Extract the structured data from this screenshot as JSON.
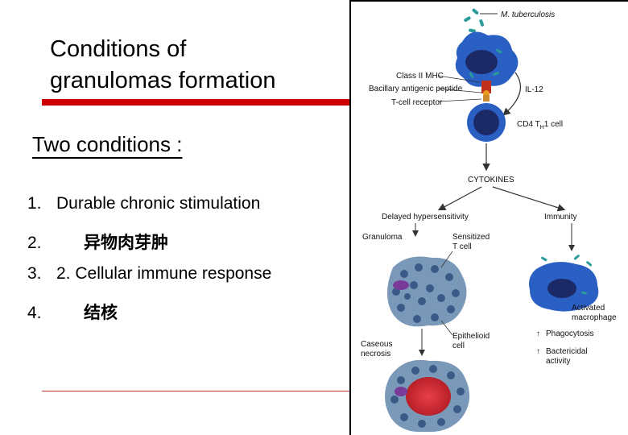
{
  "slide": {
    "title_line1": "Conditions of",
    "title_line2": "granulomas formation",
    "subtitle": "Two conditions :",
    "items": [
      {
        "num": "1.",
        "text": "Durable chronic stimulation"
      },
      {
        "num": "2.",
        "text": "异物肉芽肿"
      },
      {
        "num": "3.",
        "text": "2.  Cellular immune response"
      },
      {
        "num": "4.",
        "text": "结核"
      }
    ]
  },
  "figure": {
    "labels": {
      "m_tb": "M. tuberculosis",
      "class2": "Class II MHC",
      "peptide": "Bacillary antigenic peptide",
      "tcr": "T-cell receptor",
      "il12": "IL-12",
      "cd4": "CD4 T",
      "cd4_sub": "H",
      "cd4_end": "1 cell",
      "cytokines": "CYTOKINES",
      "delayed": "Delayed hypersensitivity",
      "immunity": "Immunity",
      "granuloma": "Granuloma",
      "sensitized_1": "Sensitized",
      "sensitized_2": "T cell",
      "activated_1": "Activated",
      "activated_2": "macrophage",
      "caseous_1": "Caseous",
      "caseous_2": "necrosis",
      "epithelioid_1": "Epithelioid",
      "epithelioid_2": "cell",
      "phago": "Phagocytosis",
      "bact_1": "Bactericidal",
      "bact_2": "activity"
    },
    "colors": {
      "macrophage": "#2a5fc4",
      "nucleus": "#1b2a66",
      "granuloma": "#7a98b8",
      "necrosis": "#d8323a",
      "mhc": "#c0301a",
      "bacilli": "#2a9a9a"
    }
  }
}
